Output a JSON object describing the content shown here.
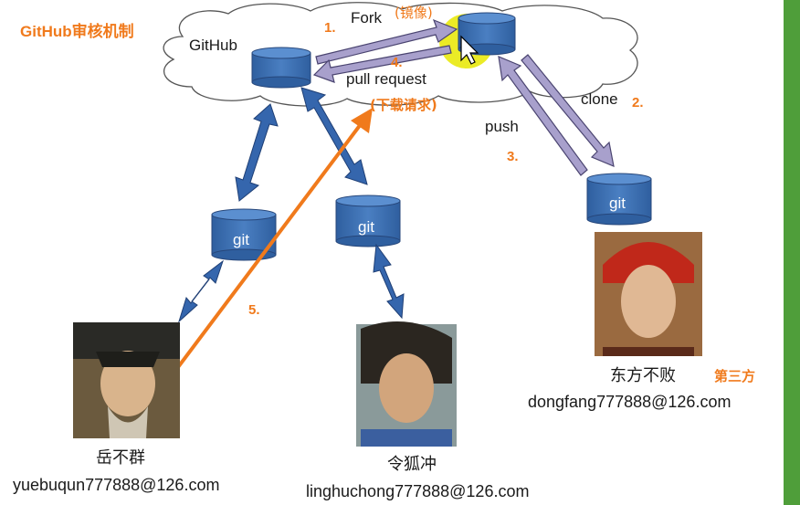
{
  "title": "GitHub审核机制",
  "labels": {
    "github": "GitHub",
    "fork": "Fork",
    "fork_cn": "(镜像)",
    "pull_request": "pull request",
    "pull_request_cn": "(下载请求)",
    "clone": "clone",
    "push": "push",
    "git": "git"
  },
  "steps": {
    "s1": "1.",
    "s2": "2.",
    "s3": "3.",
    "s4": "4.",
    "s5": "5."
  },
  "users": [
    {
      "name": "岳不群",
      "email": "yuebuqun777888@126.com"
    },
    {
      "name": "令狐冲",
      "email": "linghuchong777888@126.com"
    },
    {
      "name": "东方不败",
      "email": "dongfang777888@126.com",
      "tag": "第三方"
    }
  ],
  "colors": {
    "title": "#f07a1c",
    "cylinder": "#3a6fb5",
    "cylinder_top": "#5b8fd0",
    "arrow_blue": "#3566ad",
    "arrow_purple": "#a8a0cc",
    "arrow_orange": "#f07a1c",
    "highlight": "#e8e800"
  }
}
